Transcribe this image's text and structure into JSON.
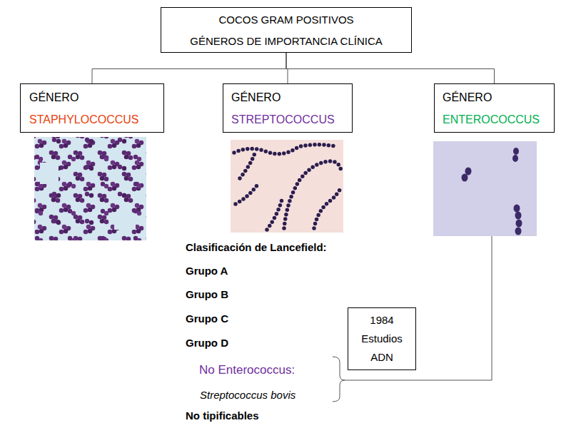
{
  "diagram": {
    "nodes": [
      {
        "text": [
          "COCOS GRAM POSITIVOS",
          "GÉNEROS DE IMPORTANCIA CLÍNICA"
        ]
      },
      {
        "text": [
          "GÉNERO",
          "STAPHYLOCOCCUS"
        ]
      },
      {
        "text": [
          "GÉNERO",
          "STREPTOCOCCUS"
        ]
      },
      {
        "text": [
          "GÉNERO",
          "ENTEROCOCCUS"
        ]
      },
      {
        "text": [
          "1984 Estudios ADN"
        ]
      }
    ],
    "edges": [
      {
        "from": 0,
        "to": 1,
        "arrow": "none"
      },
      {
        "from": 0,
        "to": 2,
        "arrow": "none"
      },
      {
        "from": 0,
        "to": 3,
        "arrow": "none"
      }
    ],
    "labels": [
      "Clasificación de Lancefield:",
      "Grupo A",
      "Grupo B",
      "Grupo C",
      "Grupo D",
      "No Enterococcus:",
      "Streptococcus bovis",
      "No tipificables"
    ]
  }
}
